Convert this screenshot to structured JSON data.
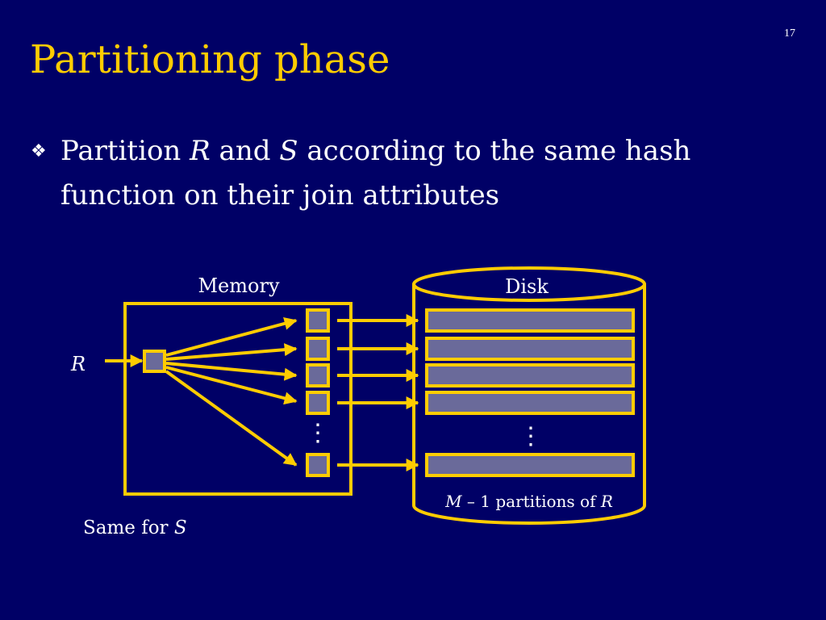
{
  "slide_number": "17",
  "title": "Partitioning phase",
  "bullet": {
    "marker": "❖",
    "line1": {
      "pre": "Partition ",
      "var1": "R",
      "mid": " and ",
      "var2": "S",
      "post": " according to the same hash"
    },
    "line2": "function on their join attributes"
  },
  "diagram": {
    "memory_label": "Memory",
    "disk_label": "Disk",
    "input_label": "R",
    "memory_ellipsis": "⋮",
    "disk_ellipsis": "⋮",
    "partitions_caption": {
      "var": "M",
      "rest": " – 1 partitions of ",
      "var2": "R"
    },
    "same_for": {
      "pre": "Same for ",
      "var": "S"
    }
  },
  "colors": {
    "background": "#000066",
    "accent": "#FFCC00",
    "text": "#FFFFFF",
    "box_fill": "#6A6A9A"
  }
}
